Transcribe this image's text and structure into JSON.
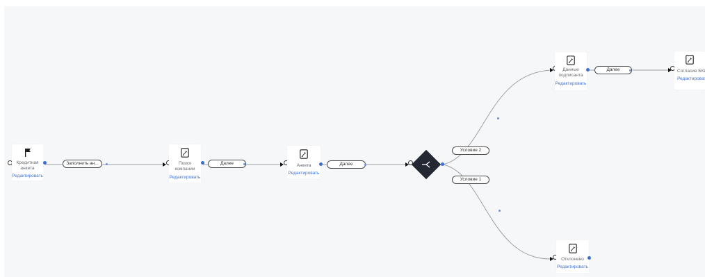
{
  "nodes": {
    "credit": {
      "title": "Кредитная анкета",
      "edit": "Редактировать",
      "icon": "flag-icon"
    },
    "search": {
      "title": "Поиск компании",
      "edit": "Редактировать",
      "icon": "form-icon"
    },
    "form": {
      "title": "Анкета",
      "edit": "Редактировать",
      "icon": "form-icon"
    },
    "signer": {
      "title": "Данные подписанта",
      "edit": "Редактировать",
      "icon": "form-icon"
    },
    "bki": {
      "title": "Согласие БКИ",
      "edit": "Редактировать",
      "icon": "form-icon"
    },
    "rejected": {
      "title": "Отклонено",
      "edit": "Редактировать",
      "icon": "form-icon"
    }
  },
  "gateway": {
    "icon": "branch-icon"
  },
  "transitions": {
    "fill": "Заполнить ан...",
    "next1": "Далее",
    "next2": "Далее",
    "next3": "Далее",
    "cond2": "Условие 2",
    "cond1": "Условие 1"
  },
  "colors": {
    "accent": "#3d6fd0",
    "gateway": "#232833",
    "canvas": "#f6f7f9"
  }
}
